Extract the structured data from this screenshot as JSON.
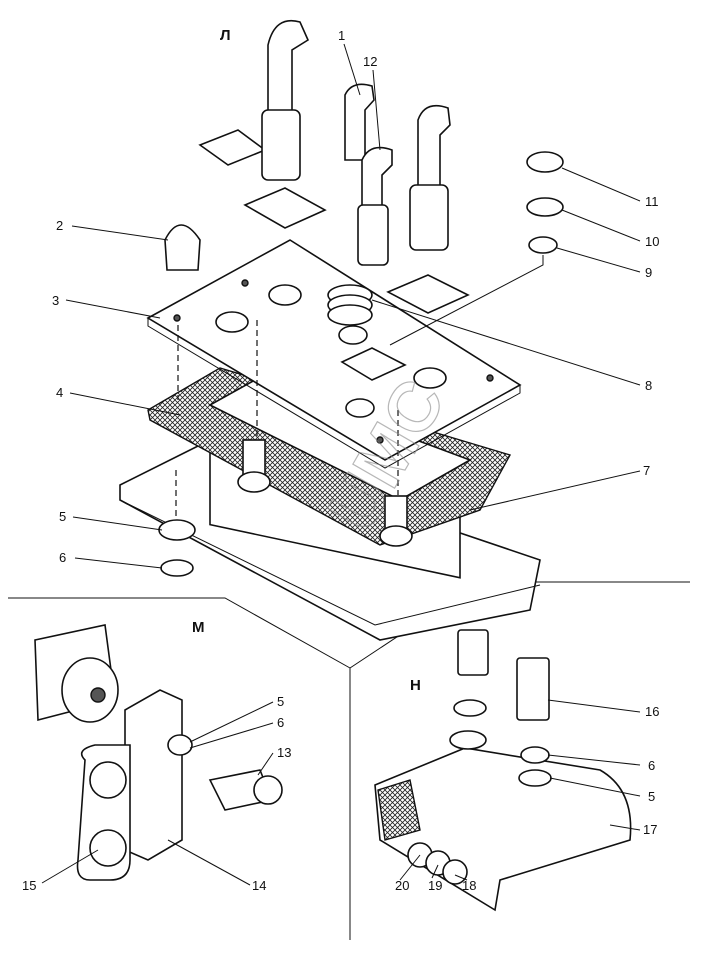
{
  "sections": {
    "top": "Л",
    "left": "М",
    "right": "Н"
  },
  "callouts": [
    "1",
    "2",
    "3",
    "4",
    "5",
    "6",
    "7",
    "8",
    "9",
    "10",
    "11",
    "12",
    "13",
    "14",
    "15",
    "16",
    "17",
    "18",
    "19",
    "20"
  ],
  "section_callouts": {
    "top": {
      "c1": "1",
      "c2": "2",
      "c3": "3",
      "c4": "4",
      "c5": "5",
      "c6": "6",
      "c7": "7",
      "c8": "8",
      "c9": "9",
      "c10": "10",
      "c11": "11",
      "c12": "12"
    },
    "left": {
      "c5": "5",
      "c6": "6",
      "c13": "13",
      "c14": "14",
      "c15": "15"
    },
    "right": {
      "c16": "16",
      "c6": "6",
      "c5": "5",
      "c17": "17",
      "c18": "18",
      "c19": "19",
      "c20": "20"
    }
  },
  "watermark": "UMC"
}
